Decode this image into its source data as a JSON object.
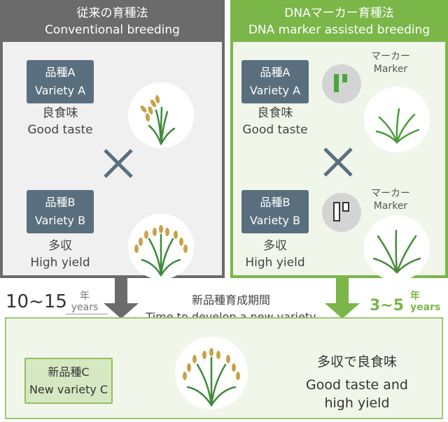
{
  "left": {
    "title_jp": "従来の育種法",
    "title_en": "Conventional breeding",
    "variety_a": {
      "jp": "品種A",
      "en": "Variety A"
    },
    "trait_a": {
      "jp": "良食味",
      "en": "Good taste"
    },
    "variety_b": {
      "jp": "品種B",
      "en": "Variety B"
    },
    "trait_b": {
      "jp": "多収",
      "en": "High yield"
    }
  },
  "right": {
    "title_jp": "DNAマーカー育種法",
    "title_en": "DNA marker assisted breeding",
    "variety_a": {
      "jp": "品種A",
      "en": "Variety A"
    },
    "trait_a": {
      "jp": "良食味",
      "en": "Good taste"
    },
    "variety_b": {
      "jp": "品種B",
      "en": "Variety B"
    },
    "trait_b": {
      "jp": "多収",
      "en": "High yield"
    },
    "marker_jp": "マーカー",
    "marker_en": "Marker"
  },
  "period": {
    "jp": "新品種育成期間",
    "en": "Time to develop a new variety",
    "conventional_range": "10~15",
    "marker_range": "3~5",
    "year_jp": "年",
    "year_en": "years"
  },
  "result": {
    "variety_jp": "新品種C",
    "variety_en": "New variety C",
    "trait_jp": "多収で良食味",
    "trait_en_line1": "Good taste and",
    "trait_en_line2": "high yield"
  },
  "colors": {
    "conventional": "#6b6b6b",
    "marker": "#7ab648",
    "badge": "#5a6f7e"
  }
}
